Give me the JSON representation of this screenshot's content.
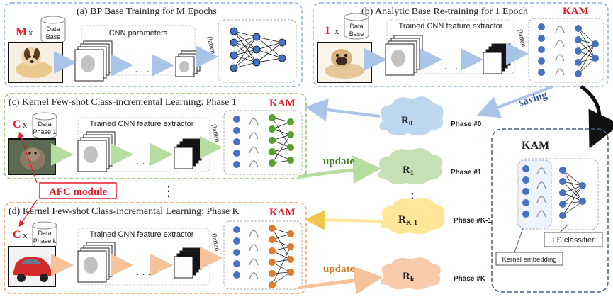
{
  "panel_a": {
    "title": "(a) BP Base Training for M Epochs",
    "multiplier": "M",
    "times": "x",
    "db_line1": "Data",
    "db_line2": "Base",
    "params_label": "CNN parameters",
    "flatten": "flatten",
    "dots": "· · ·"
  },
  "panel_b": {
    "title": "(b) Analytic Base Re-training for 1 Epoch",
    "multiplier": "1",
    "times": "x",
    "db_line1": "Data",
    "db_line2": "Base",
    "extractor_label": "Trained CNN feature extractor",
    "flatten": "flatten",
    "kam": "KAM",
    "dots": "· · ·"
  },
  "saving_label": "saving",
  "panel_c": {
    "title": "(c) Kernel Few-shot Class-incremental Learning: Phase 1",
    "multiplier": "C",
    "times": "x",
    "db_line1": "Data",
    "db_line2": "Phase 1",
    "extractor_label": "Trained CNN feature extractor",
    "flatten": "flatten",
    "kam": "KAM",
    "dots": "· · ·"
  },
  "panel_d": {
    "title": "(d) Kernel Few-shot Class-incremental Learning: Phase K",
    "multiplier": "C",
    "times": "x",
    "db_line1": "Data",
    "db_line2": "Phase k",
    "extractor_label": "Trained CNN feature extractor",
    "flatten": "flatten",
    "kam": "KAM",
    "dots": "· · ·"
  },
  "afc_module": "AFC module",
  "vertical_dots": "⋮",
  "memory": {
    "r0": "R",
    "r0_sub": "0",
    "phase0": "Phase #0",
    "r1": "R",
    "r1_sub": "1",
    "phase1": "Phase #1",
    "rk1": "R",
    "rk1_sub": "K-1",
    "phasek1": "Phase #K-1",
    "rk": "R",
    "rk_sub": "k",
    "phasek": "Phase #K"
  },
  "update_label_1": "update",
  "update_label_2": "update",
  "kam_detail": {
    "title": "KAM",
    "ls_classifier": "LS classifier",
    "kernel_embedding": "Kernel embedding"
  },
  "colors": {
    "red": "#e8192c",
    "blue_node": "#4472c4",
    "green_node": "#5aa02c",
    "orange_node": "#e07a2c",
    "arrow_blue": "#a9c4e8",
    "arrow_green": "#b5dda0",
    "arrow_orange": "#f5c29a",
    "update_green": "#3f7a1f",
    "update_orange": "#d9782a",
    "saving_blue": "#2f5597",
    "cloud_blue": "#bdd7ee",
    "cloud_green": "#c5e0b4",
    "cloud_yellow": "#ffe699",
    "cloud_orange": "#f8cbad"
  }
}
